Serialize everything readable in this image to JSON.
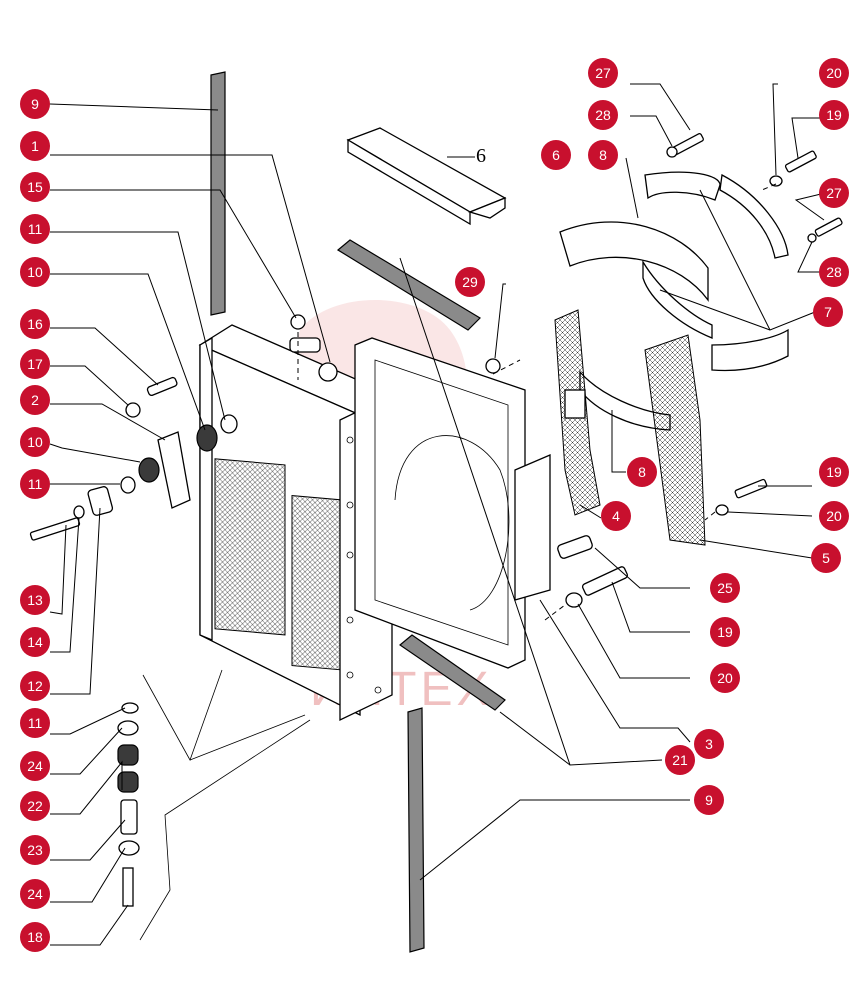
{
  "diagram": {
    "callouts": [
      "9",
      "1",
      "15",
      "11",
      "10",
      "16",
      "17",
      "2",
      "10",
      "11",
      "13",
      "14",
      "12",
      "11",
      "24",
      "22",
      "23",
      "24",
      "18",
      "27",
      "28",
      "6",
      "8",
      "20",
      "19",
      "27",
      "28",
      "29",
      "7",
      "8",
      "4",
      "19",
      "20",
      "5",
      "25",
      "19",
      "20",
      "3",
      "21",
      "9"
    ],
    "plain_labels": [
      "6"
    ],
    "watermark": "ИНТЕХ",
    "colors": {
      "callout_fill": "#c8102e",
      "callout_text": "#ffffff",
      "watermark": "#f0c0c0"
    }
  }
}
